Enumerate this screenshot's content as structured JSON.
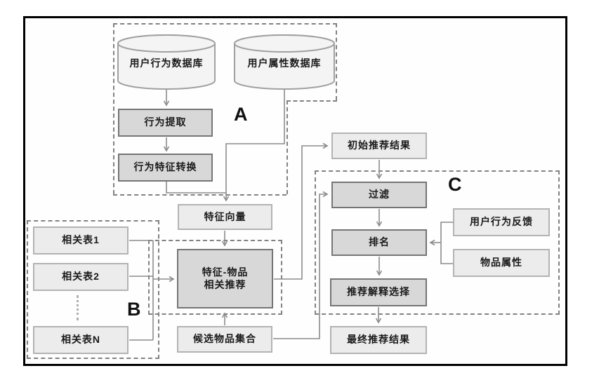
{
  "diagram": {
    "title_hint": "recommendation pipeline flowchart",
    "groups": {
      "a_label": "A",
      "b_label": "B",
      "c_label": "C"
    },
    "nodes": {
      "db_user_behavior": "用户行为数据库",
      "db_user_attribute": "用户属性数据库",
      "behavior_extraction": "行为提取",
      "behavior_feature_conversion": "行为特征转换",
      "feature_vector": "特征向量",
      "related_table_1": "相关表1",
      "related_table_2": "相关表2",
      "related_table_n": "相关表N",
      "feature_item_line1": "特征-物品",
      "feature_item_line2": "相关推荐",
      "initial_results": "初始推荐结果",
      "filter": "过滤",
      "ranking": "排名",
      "user_behavior_feedback": "用户行为反馈",
      "item_attributes": "物品属性",
      "explanation_selection": "推荐解释选择",
      "candidate_item_set": "候选物品集合",
      "final_results": "最终推荐结果"
    },
    "colors": {
      "frame_border": "#000000",
      "shaded_box_fill": "#d8d8d8",
      "shaded_box_border": "#757575",
      "light_box_fill": "#ececec",
      "light_box_border": "#b3b3b3",
      "cylinder_fill": "#f4f4f4",
      "dashed_group_border": "#828282",
      "connector": "#8c8c8c",
      "text": "#1a1a1a"
    }
  }
}
